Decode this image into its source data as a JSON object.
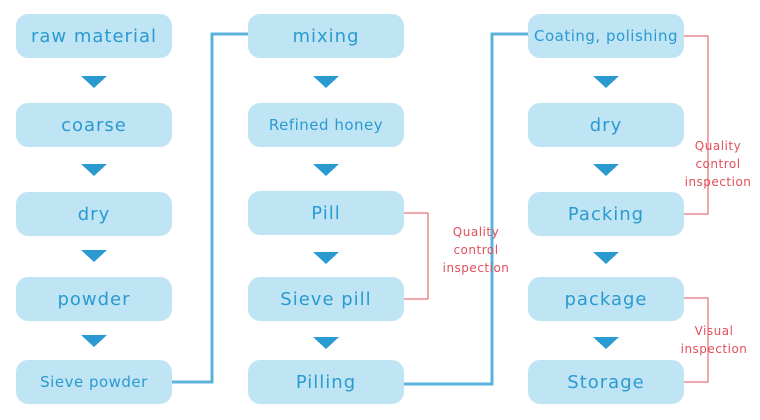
{
  "column1": {
    "step1": "raw material",
    "step2": "coarse",
    "step3": "dry",
    "step4": "powder",
    "step5": "Sieve powder"
  },
  "column2": {
    "step1": "mixing",
    "step2": "Refined honey",
    "step3": "Pill",
    "step4": "Sieve pill",
    "step5": "Pilling"
  },
  "column3": {
    "step1": "Coating, polishing",
    "step2": "dry",
    "step3": "Packing",
    "step4": "package",
    "step5": "Storage"
  },
  "annotations": {
    "qc_middle": [
      "Quality",
      "control",
      "inspection"
    ],
    "qc_right": [
      "Quality",
      "control",
      "inspection"
    ],
    "visual_right": [
      "Visual",
      "inspection"
    ]
  },
  "colors": {
    "box_fill": "#bfe4f4",
    "box_text": "#2a9ad0",
    "arrow": "#2a9ad0",
    "connector": "#5bb3dc",
    "annotation": "#e0505a"
  }
}
